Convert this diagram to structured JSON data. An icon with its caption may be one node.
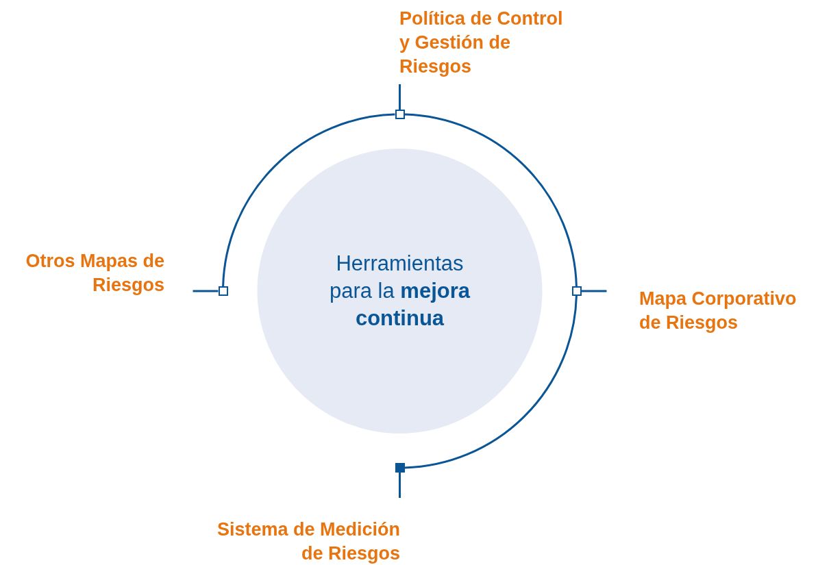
{
  "diagram": {
    "nodes": [
      {
        "text": [
          "Política de Control y Gestión de Riesgos"
        ]
      },
      {
        "text": [],
        "shape": "box"
      },
      {
        "text": [
          "Otros Mapas de Riesgos"
        ]
      },
      {
        "text": [],
        "shape": "box"
      },
      {
        "text": [
          "Herramientas para la **mejora continua**"
        ]
      },
      {
        "text": [],
        "shape": "box"
      },
      {
        "text": [
          "Mapa Corporativo de Riesgos"
        ]
      },
      {
        "text": [],
        "shape": "box"
      },
      {
        "text": [
          "Sistema de Medición de Riesgos"
        ]
      }
    ],
    "edges": [
      {
        "from": 0,
        "to": 1,
        "arrow": "none"
      },
      {
        "from": 2,
        "to": 3,
        "arrow": "none"
      },
      {
        "from": 6,
        "to": 5,
        "arrow": "none"
      },
      {
        "from": 8,
        "to": 7,
        "arrow": "none"
      },
      {
        "from": 3,
        "to": 1,
        "arrow": "none"
      },
      {
        "from": 1,
        "to": 5,
        "arrow": "none"
      },
      {
        "from": 5,
        "to": 7,
        "arrow": "none"
      }
    ]
  }
}
